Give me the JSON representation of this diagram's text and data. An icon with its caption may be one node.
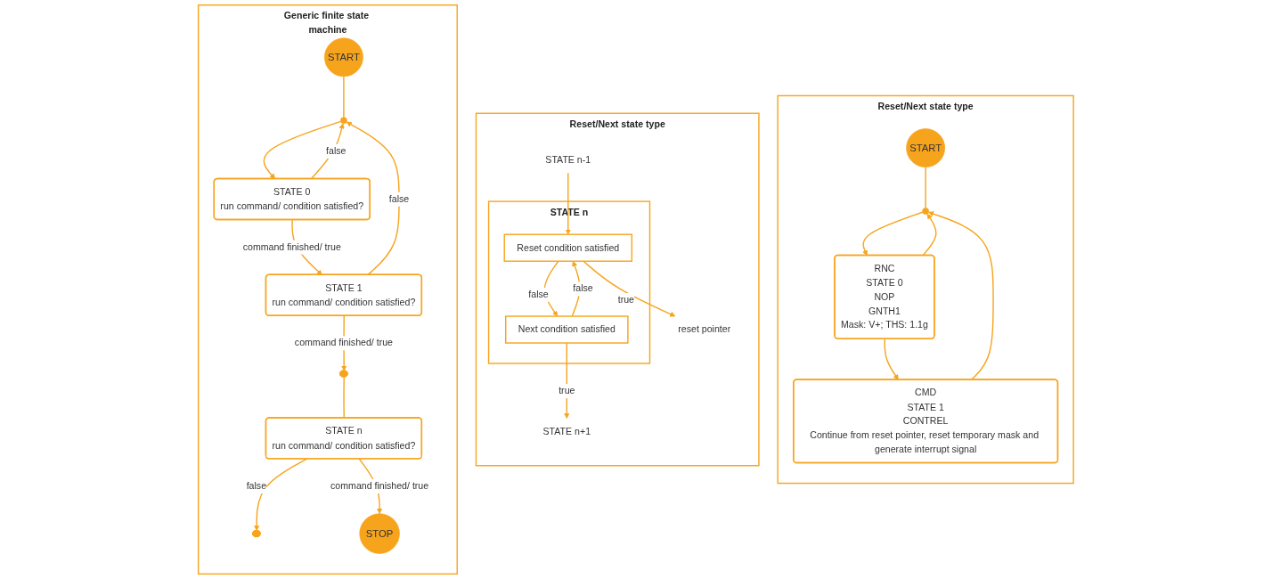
{
  "diagram": {
    "nodes": [
      {
        "text": [
          "Generic finite state machine"
        ]
      },
      {
        "text": [
          "START"
        ],
        "in": 0
      },
      {
        "text": [],
        "shape": "circle",
        "in": 0
      },
      {
        "text": [
          "STATE 0",
          "run command/ condition satisfied?"
        ],
        "in": 0
      },
      {
        "text": [
          "STATE 1",
          "run command/ condition satisfied?"
        ],
        "in": 0
      },
      {
        "text": [],
        "shape": "dots",
        "in": 0
      },
      {
        "text": [
          "STATE n",
          "run command/ condition satisfied?"
        ],
        "in": 0
      },
      {
        "text": [
          "STOP"
        ],
        "in": 0
      },
      {
        "text": [],
        "shape": "dots",
        "in": 0
      },
      {
        "text": [
          "Reset/Next state type"
        ]
      },
      {
        "text": [
          "STATE n"
        ],
        "in": 9
      },
      {
        "text": [
          "Reset condition satisfied"
        ],
        "in": 10
      },
      {
        "text": [
          "Next condition satisfied"
        ],
        "in": 10
      },
      {
        "text": [
          "reset pointer"
        ],
        "in": 9
      },
      {
        "text": [
          "STATE n-1"
        ],
        "in": 9
      },
      {
        "text": [
          "STATE n+1"
        ],
        "in": 9
      },
      {
        "text": [
          "Reset/Next state type"
        ]
      },
      {
        "text": [
          "START"
        ],
        "in": 16
      },
      {
        "text": [],
        "shape": "circle",
        "in": 16
      },
      {
        "text": [
          "RNC",
          "STATE 0",
          "NOP",
          "GNTH1",
          "Mask: V+; THS: 1.1g"
        ],
        "in": 16
      },
      {
        "text": [
          "CMD",
          "STATE 1",
          "CONTREL",
          "Continue from reset pointer, reset temporary mask and generate interrupt signal"
        ],
        "in": 16
      }
    ],
    "edges": [
      {
        "from": 1,
        "to": 2,
        "arrow": "none"
      },
      {
        "from": 2,
        "to": 3,
        "arrow": "to"
      },
      {
        "from": 3,
        "to": 4,
        "arrow": "to",
        "label": "command finished/ true"
      },
      {
        "from": 3,
        "to": 2,
        "arrow": "to",
        "label": "false"
      },
      {
        "from": 4,
        "to": 2,
        "arrow": "to",
        "label": "false"
      },
      {
        "from": 4,
        "to": 5,
        "arrow": "to",
        "label": "command finished/ true"
      },
      {
        "from": 5,
        "to": 6,
        "arrow": "none"
      },
      {
        "from": 6,
        "to": 8,
        "arrow": "to",
        "label": "false"
      },
      {
        "from": 6,
        "to": 7,
        "arrow": "to",
        "label": "command finished/ true"
      },
      {
        "from": 14,
        "to": 11,
        "arrow": "to"
      },
      {
        "from": 11,
        "to": 13,
        "arrow": "to",
        "label": "true"
      },
      {
        "from": 11,
        "to": 12,
        "arrow": "to",
        "label": "false"
      },
      {
        "from": 12,
        "to": 11,
        "arrow": "to",
        "label": "false"
      },
      {
        "from": 12,
        "to": 15,
        "arrow": "to",
        "label": "true"
      },
      {
        "from": 17,
        "to": 18,
        "arrow": "none"
      },
      {
        "from": 18,
        "to": 19,
        "arrow": "to"
      },
      {
        "from": 19,
        "to": 20,
        "arrow": "to"
      },
      {
        "from": 19,
        "to": 18,
        "arrow": "to"
      },
      {
        "from": 20,
        "to": 18,
        "arrow": "to"
      }
    ]
  }
}
